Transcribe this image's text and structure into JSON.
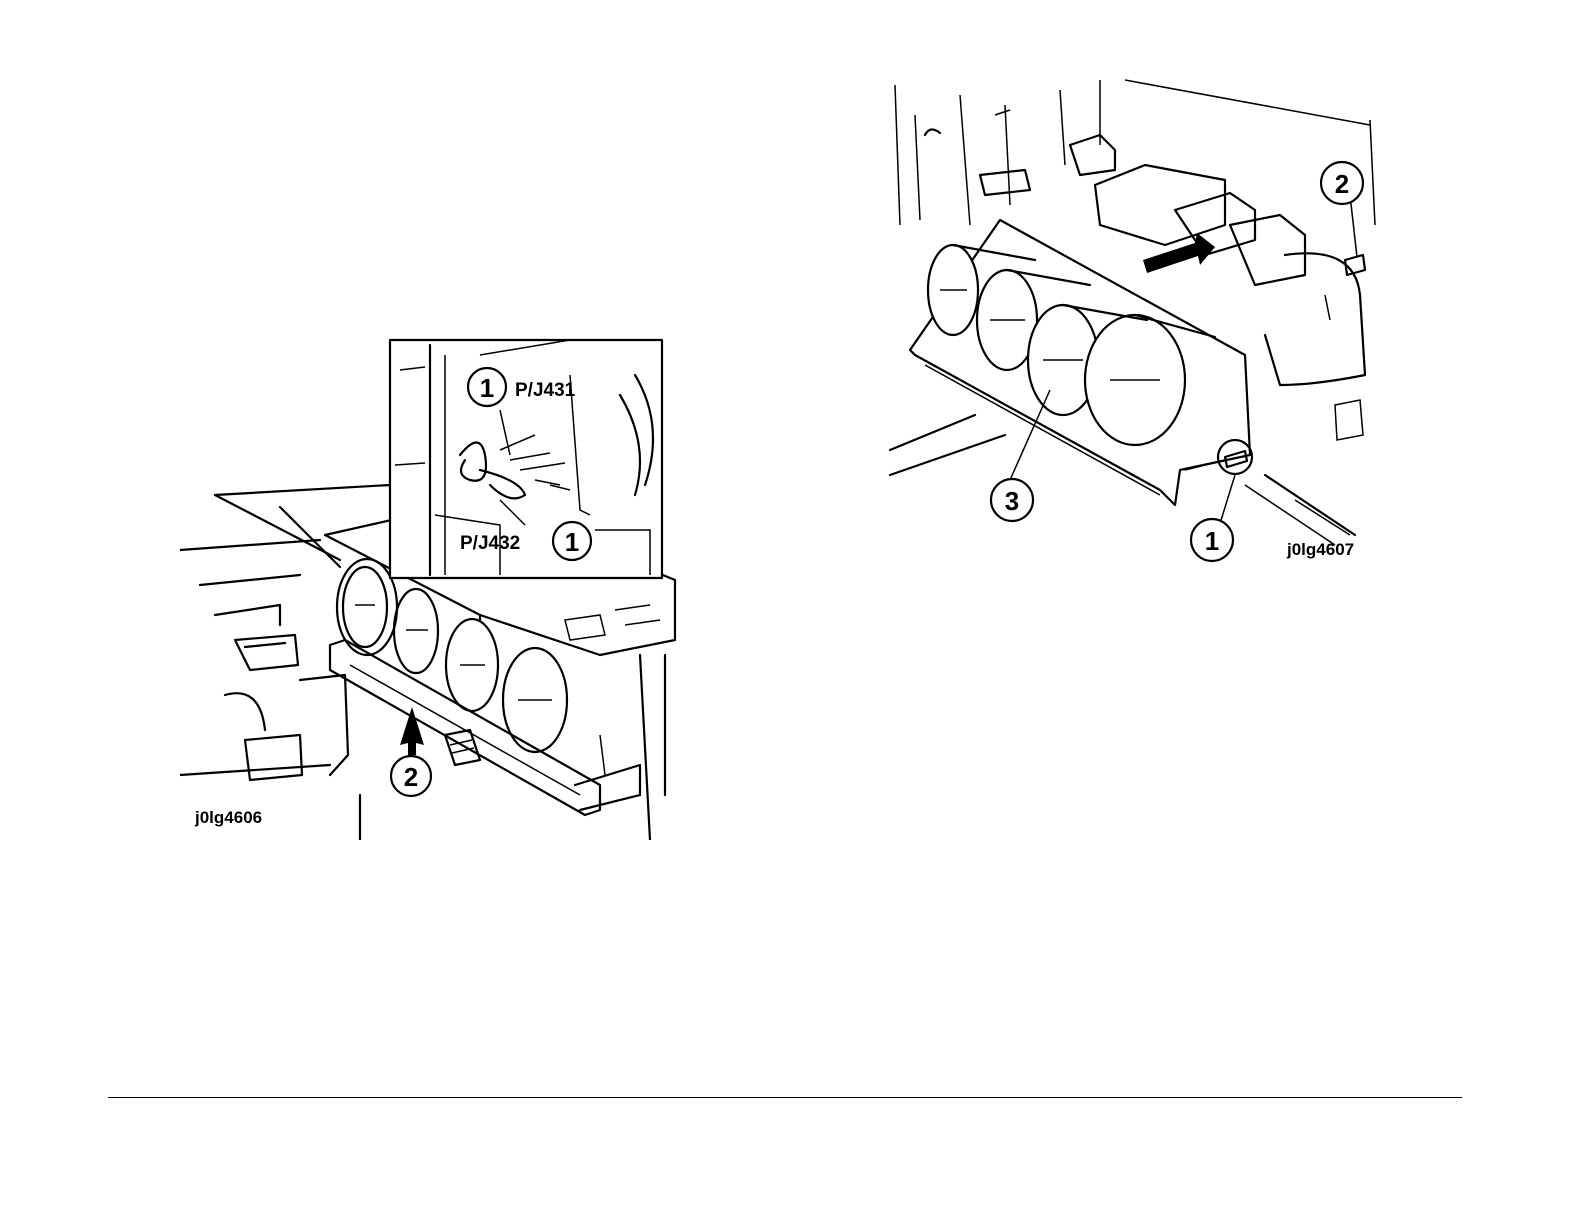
{
  "figure_left": {
    "id": "j0lg4606",
    "callouts": [
      "1",
      "1",
      "2"
    ],
    "labels": [
      "P/J431",
      "P/J432"
    ]
  },
  "figure_right": {
    "id": "j0lg4607",
    "callouts": [
      "2",
      "3",
      "1"
    ]
  }
}
